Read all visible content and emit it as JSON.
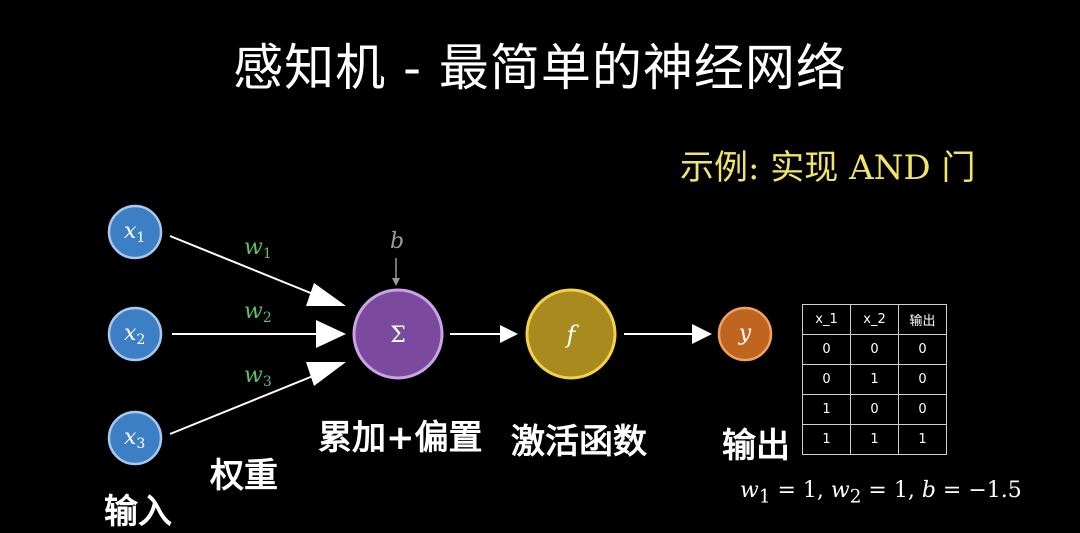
{
  "title": "感知机 - 最简单的神经网络",
  "example": "示例: 实现 AND 门",
  "inputs": [
    {
      "symbol": "x",
      "sub": "1"
    },
    {
      "symbol": "x",
      "sub": "2"
    },
    {
      "symbol": "x",
      "sub": "3"
    }
  ],
  "weights": [
    {
      "symbol": "w",
      "sub": "1"
    },
    {
      "symbol": "w",
      "sub": "2"
    },
    {
      "symbol": "w",
      "sub": "3"
    }
  ],
  "bias": "b",
  "sum_symbol": "Σ",
  "activation_symbol": "f",
  "output_symbol": "y",
  "labels": {
    "input": "输入",
    "weight": "权重",
    "sum_bias": "累加+偏置",
    "activation": "激活函数",
    "output": "输出"
  },
  "truth_table": {
    "headers": [
      "x_1",
      "x_2",
      "输出"
    ],
    "rows": [
      [
        "0",
        "0",
        "0"
      ],
      [
        "0",
        "1",
        "0"
      ],
      [
        "1",
        "0",
        "0"
      ],
      [
        "1",
        "1",
        "1"
      ]
    ]
  },
  "formula": {
    "w1": "w",
    "w1_sub": "1",
    "w1_val": " = 1, ",
    "w2": "w",
    "w2_sub": "2",
    "w2_val": " = 1, ",
    "b": "b",
    "b_val": " = −1.5"
  },
  "colors": {
    "input": "#3d7fc4",
    "sum": "#7b4a9e",
    "activation": "#c9a227",
    "output": "#d9782a",
    "weight_text": "#5fbf6a",
    "example_text": "#f0e46a"
  }
}
